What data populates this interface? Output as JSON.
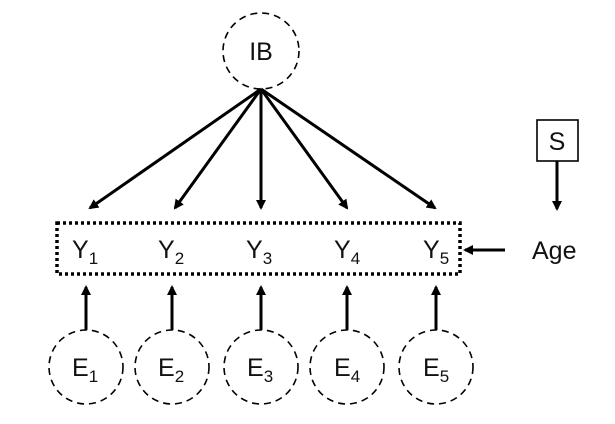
{
  "diagram": {
    "latent_factor": {
      "label": "IB",
      "shape": "dashed-circle"
    },
    "observed": [
      {
        "base": "Y",
        "sub": "1"
      },
      {
        "base": "Y",
        "sub": "2"
      },
      {
        "base": "Y",
        "sub": "3"
      },
      {
        "base": "Y",
        "sub": "4"
      },
      {
        "base": "Y",
        "sub": "5"
      }
    ],
    "errors": [
      {
        "base": "E",
        "sub": "1"
      },
      {
        "base": "E",
        "sub": "2"
      },
      {
        "base": "E",
        "sub": "3"
      },
      {
        "base": "E",
        "sub": "4"
      },
      {
        "base": "E",
        "sub": "5"
      }
    ],
    "covariate": {
      "label": "Age"
    },
    "slope": {
      "label": "S",
      "shape": "square"
    },
    "edges": [
      {
        "from": "IB",
        "to": "Y1"
      },
      {
        "from": "IB",
        "to": "Y2"
      },
      {
        "from": "IB",
        "to": "Y3"
      },
      {
        "from": "IB",
        "to": "Y4"
      },
      {
        "from": "IB",
        "to": "Y5"
      },
      {
        "from": "E1",
        "to": "Y1"
      },
      {
        "from": "E2",
        "to": "Y2"
      },
      {
        "from": "E3",
        "to": "Y3"
      },
      {
        "from": "E4",
        "to": "Y4"
      },
      {
        "from": "E5",
        "to": "Y5"
      },
      {
        "from": "Age",
        "to": "Y-block"
      },
      {
        "from": "S",
        "to": "Age"
      }
    ],
    "colors": {
      "stroke": "#000000",
      "text": "#111111",
      "background": "#ffffff"
    }
  }
}
